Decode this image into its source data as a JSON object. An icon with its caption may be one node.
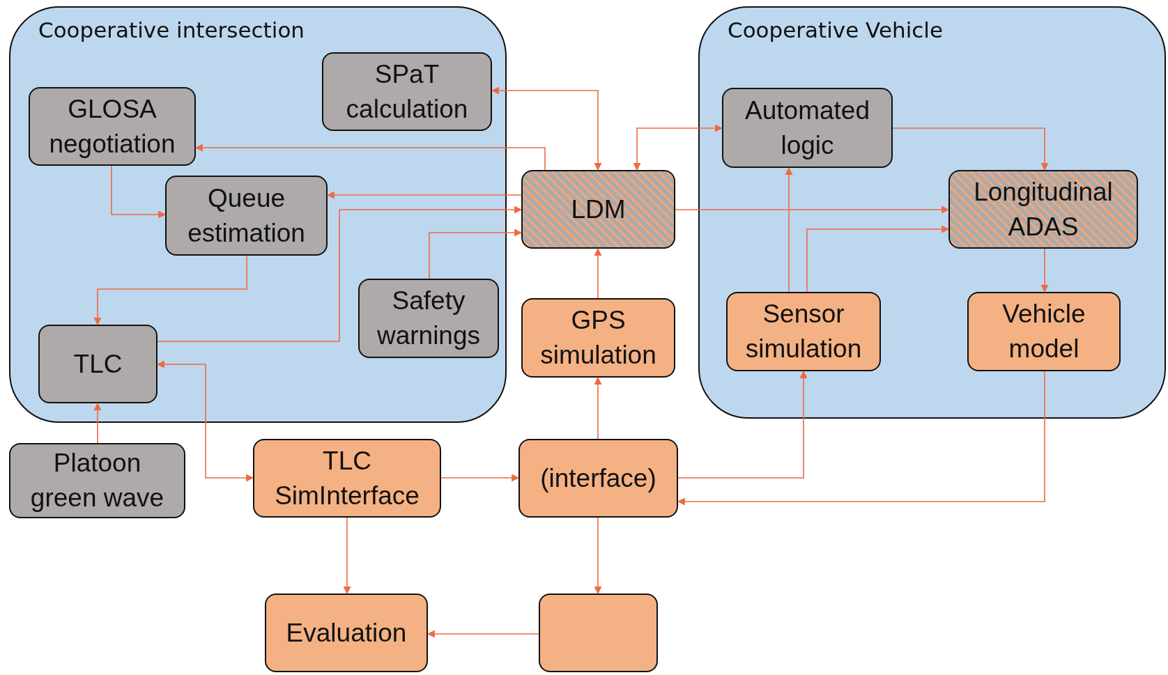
{
  "diagram": {
    "nodes": [
      {
        "text": [
          "Cooperative intersection"
        ]
      },
      {
        "text": [
          "SPaT calculation"
        ],
        "in": 0
      },
      {
        "text": [
          "GLOSA negotiation"
        ],
        "in": 0
      },
      {
        "text": [
          "Queue estimation"
        ],
        "in": 0
      },
      {
        "text": [
          "Safety warnings"
        ],
        "in": 0
      },
      {
        "text": [
          "TLC"
        ],
        "in": 0
      },
      {
        "text": [
          "Cooperative Vehicle"
        ]
      },
      {
        "text": [
          "Automated logic"
        ],
        "in": 6
      },
      {
        "text": [
          "Longitudinal ADAS"
        ],
        "in": 6
      },
      {
        "text": [
          "Sensor simulation"
        ],
        "in": 6
      },
      {
        "text": [
          "Vehicle model"
        ],
        "in": 6
      },
      {
        "text": [
          "LDM"
        ]
      },
      {
        "text": [
          "GPS simulation"
        ]
      },
      {
        "text": [
          "Platoon green wave"
        ]
      },
      {
        "text": [
          "TLC SimInterface"
        ]
      },
      {
        "text": [
          "(interface)"
        ]
      },
      {
        "text": [
          "Evaluation"
        ]
      },
      {
        "text": [],
        "shape": "box"
      }
    ],
    "edges": [
      {
        "from": 11,
        "to": 1,
        "arrow": "both"
      },
      {
        "from": 11,
        "to": 2,
        "arrow": "to"
      },
      {
        "from": 11,
        "to": 3,
        "arrow": "to"
      },
      {
        "from": 5,
        "to": 11,
        "arrow": "to"
      },
      {
        "from": 4,
        "to": 11,
        "arrow": "to"
      },
      {
        "from": 2,
        "to": 3,
        "arrow": "to"
      },
      {
        "from": 3,
        "to": 5,
        "arrow": "to"
      },
      {
        "from": 13,
        "to": 5,
        "arrow": "to"
      },
      {
        "from": 5,
        "to": 14,
        "arrow": "both"
      },
      {
        "from": 12,
        "to": 11,
        "arrow": "to"
      },
      {
        "from": 15,
        "to": 12,
        "arrow": "to"
      },
      {
        "from": 11,
        "to": 7,
        "arrow": "both"
      },
      {
        "from": 7,
        "to": 8,
        "arrow": "to"
      },
      {
        "from": 11,
        "to": 8,
        "arrow": "to"
      },
      {
        "from": 9,
        "to": 7,
        "arrow": "to"
      },
      {
        "from": 9,
        "to": 8,
        "arrow": "to"
      },
      {
        "from": 8,
        "to": 10,
        "arrow": "to"
      },
      {
        "from": 15,
        "to": 9,
        "arrow": "to"
      },
      {
        "from": 10,
        "to": 15,
        "arrow": "to"
      },
      {
        "from": 14,
        "to": 15,
        "arrow": "to"
      },
      {
        "from": 14,
        "to": 16,
        "arrow": "to"
      },
      {
        "from": 15,
        "to": 17,
        "arrow": "to"
      },
      {
        "from": 17,
        "to": 16,
        "arrow": "to"
      }
    ]
  }
}
